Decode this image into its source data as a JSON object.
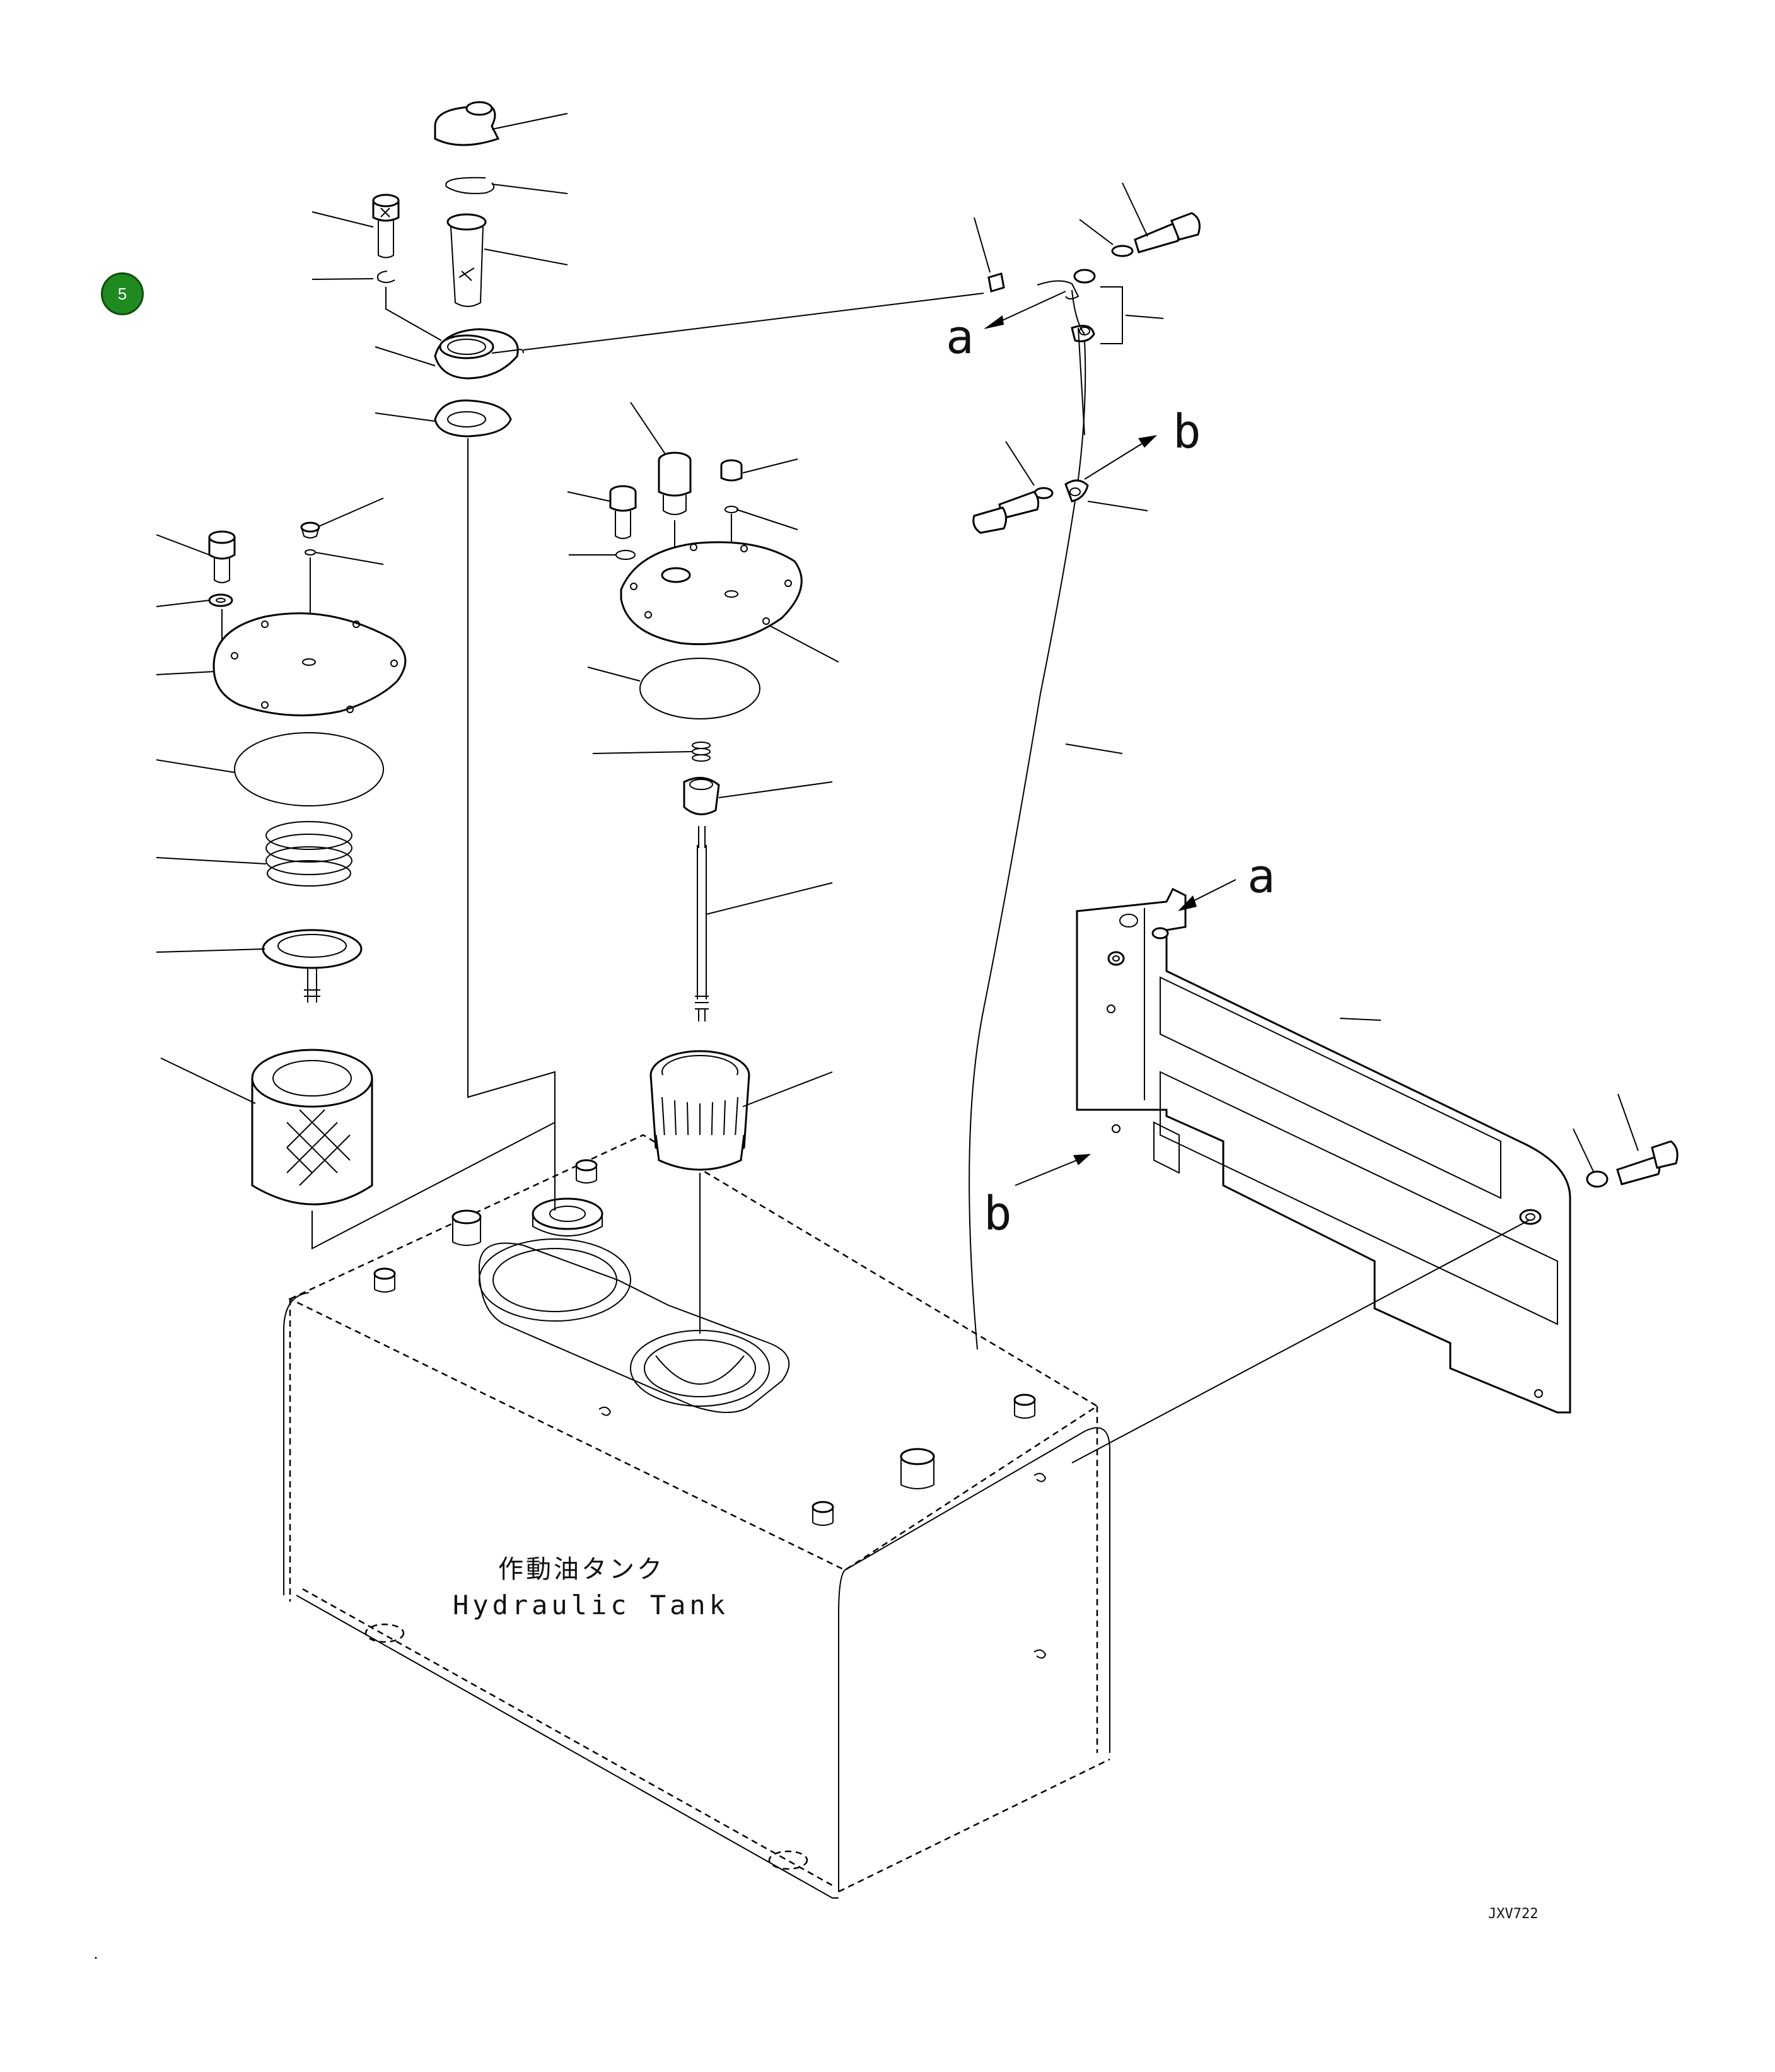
{
  "figure_badge": {
    "number": "5",
    "color": "#1f8a1f"
  },
  "tank_label": {
    "japanese": "作動油タンク",
    "english": "Hydraulic Tank"
  },
  "reference_letters": {
    "a": "a",
    "b": "b"
  },
  "drawing_code": "JXV722",
  "colors": {
    "line": "#000000",
    "background": "#ffffff"
  }
}
